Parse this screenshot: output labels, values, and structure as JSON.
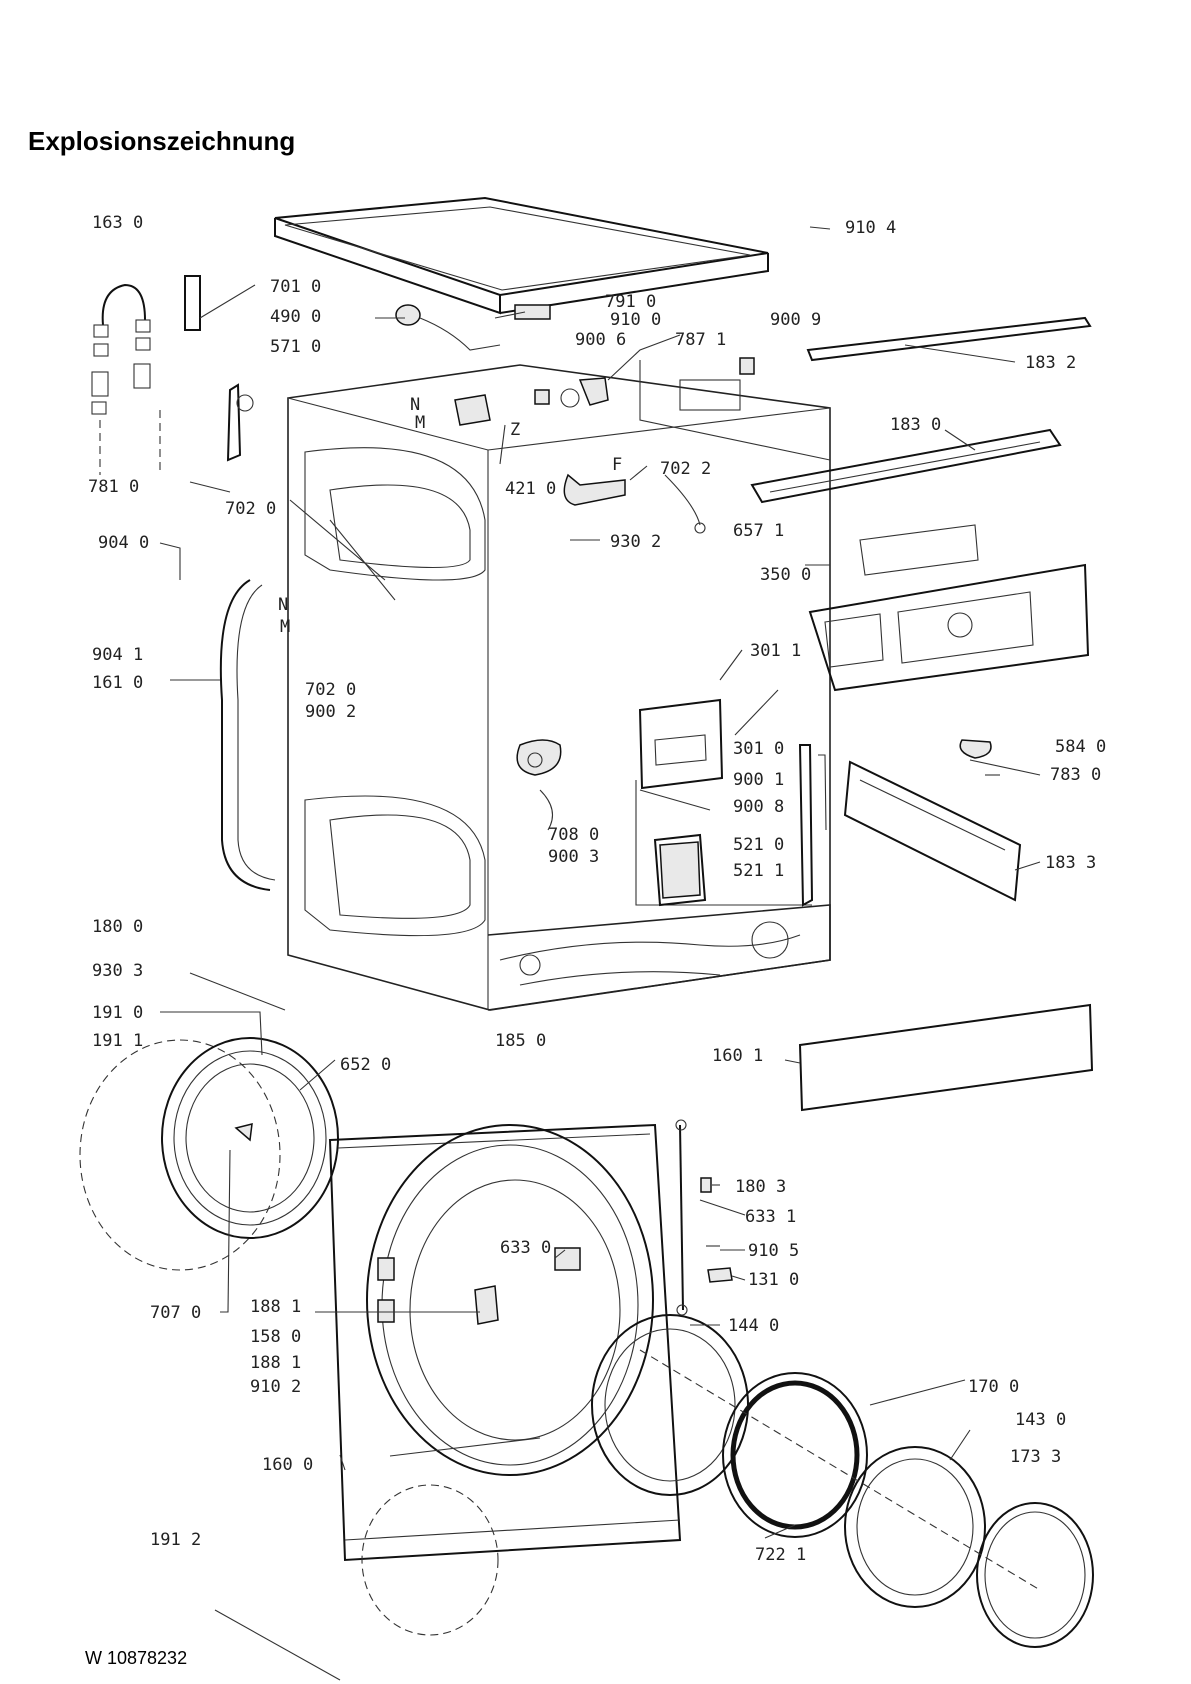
{
  "title": "Explosionszeichnung",
  "doc_code": "W 10878232",
  "part_labels": [
    "163 0",
    "910 4",
    "701 0",
    "490 0",
    "571 0",
    "791 0",
    "910 0",
    "900 9",
    "900 6",
    "787 1",
    "183 2",
    "183 0",
    "421 0",
    "702 2",
    "781 0",
    "702 0",
    "930 2",
    "657 1",
    "904 0",
    "350 0",
    "904 1",
    "161 0",
    "301 1",
    "702 0",
    "900 2",
    "301 0",
    "584 0",
    "783 0",
    "900 1",
    "900 8",
    "708 0",
    "900 3",
    "521 0",
    "521 1",
    "183 3",
    "180 0",
    "930 3",
    "191 0",
    "185 0",
    "191 1",
    "160 1",
    "652 0",
    "180 3",
    "633 1",
    "633 0",
    "910 5",
    "131 0",
    "707 0",
    "188 1",
    "158 0",
    "188 1",
    "910 2",
    "144 0",
    "170 0",
    "143 0",
    "173 3",
    "160 0",
    "191 2",
    "722 1"
  ],
  "callout_letters": [
    "N",
    "M",
    "N",
    "M",
    "Z",
    "F"
  ]
}
